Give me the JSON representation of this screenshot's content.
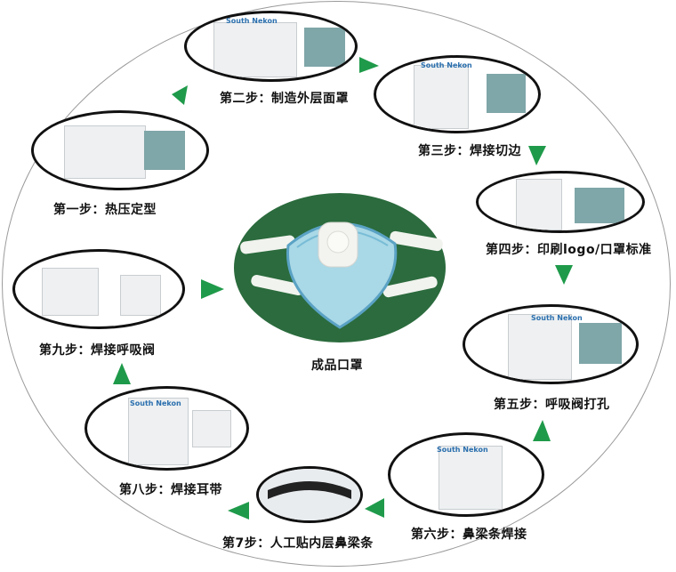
{
  "center": {
    "label": "成品口罩"
  },
  "steps": [
    {
      "id": 1,
      "label": "第一步：热压定型",
      "brand": ""
    },
    {
      "id": 2,
      "label": "第二步：制造外层面罩",
      "brand": "South Nekon"
    },
    {
      "id": 3,
      "label": "第三步：焊接切边",
      "brand": "South Nekon"
    },
    {
      "id": 4,
      "label": "第四步：印刷logo/口罩标准",
      "brand": ""
    },
    {
      "id": 5,
      "label": "第五步：呼吸阀打孔",
      "brand": "South Nekon"
    },
    {
      "id": 6,
      "label": "第六步：鼻梁条焊接",
      "brand": "South Nekon"
    },
    {
      "id": 7,
      "label": "第7步：人工贴内层鼻梁条",
      "brand": ""
    },
    {
      "id": 8,
      "label": "第八步：焊接耳带",
      "brand": "South Nekon"
    },
    {
      "id": 9,
      "label": "第九步：焊接呼吸阀",
      "brand": ""
    }
  ],
  "colors": {
    "arrow": "#1f9a4a",
    "outline": "#111111",
    "ring": "#9a9a9a",
    "mask": "#a9d8e6",
    "background_green": "#2b6b3d"
  }
}
